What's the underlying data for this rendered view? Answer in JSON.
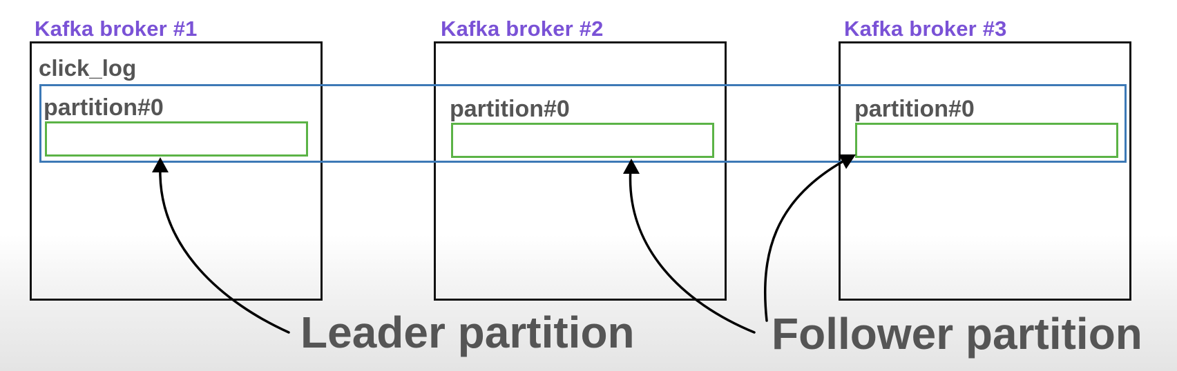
{
  "colors": {
    "broker_title": "#7a52d6",
    "label_text": "#555555",
    "broker_border": "#111111",
    "topic_band": "#3d79b6",
    "replica_border": "#5bb346",
    "arrow": "#000000"
  },
  "brokers": [
    {
      "title": "Kafka broker #1",
      "topic": "click_log",
      "partition": "partition#0"
    },
    {
      "title": "Kafka broker #2",
      "topic": "",
      "partition": "partition#0"
    },
    {
      "title": "Kafka broker #3",
      "topic": "",
      "partition": "partition#0"
    }
  ],
  "annotations": {
    "leader": "Leader partition",
    "follower": "Follower partition"
  }
}
